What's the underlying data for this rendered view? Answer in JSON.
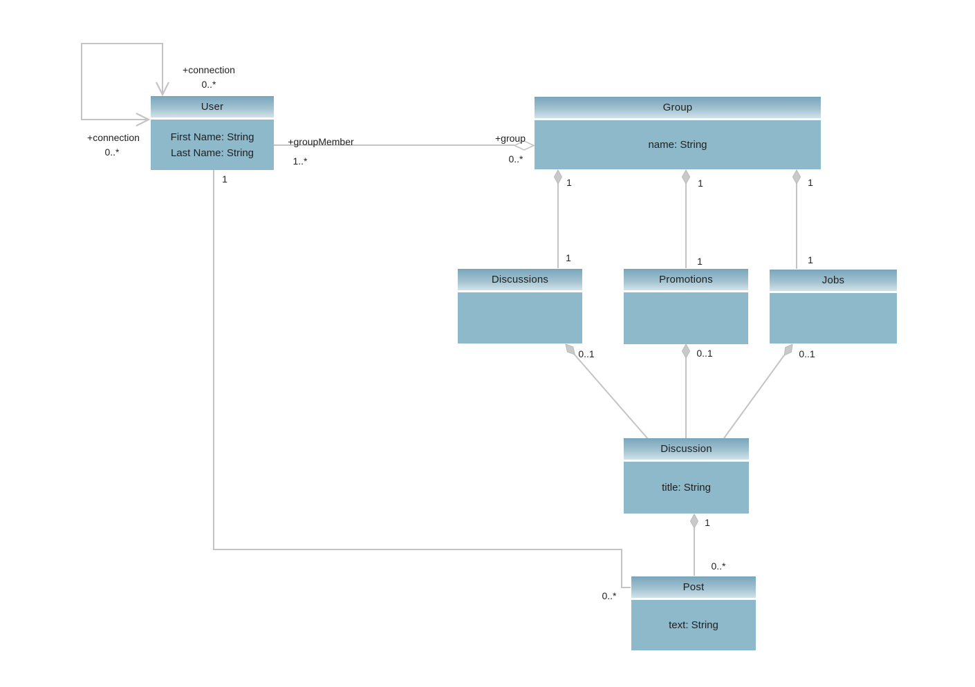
{
  "colors": {
    "canvas_bg": "#ffffff",
    "header_top": "#79a5bb",
    "header_mid": "#a3c3d1",
    "header_bottom": "#d2e3ea",
    "body": "#8db9cb",
    "separator": "#ffffff",
    "line": "#c4c4c4",
    "diamond_fill": "#c9c9c9",
    "diamond_stroke": "#b8b8b8",
    "hollow_fill": "#ffffff",
    "text": "#1f1f1f"
  },
  "classes": {
    "user": {
      "title": "User",
      "attributes": [
        "First Name: String",
        "Last Name: String"
      ]
    },
    "group": {
      "title": "Group",
      "attributes": [
        "name: String"
      ]
    },
    "discussions": {
      "title": "Discussions",
      "attributes": []
    },
    "promotions": {
      "title": "Promotions",
      "attributes": []
    },
    "jobs": {
      "title": "Jobs",
      "attributes": []
    },
    "discussion": {
      "title": "Discussion",
      "attributes": [
        "title: String"
      ]
    },
    "post": {
      "title": "Post",
      "attributes": [
        "text: String"
      ]
    }
  },
  "labels": {
    "self_connection_top": {
      "role": "+connection",
      "multiplicity": "0..*"
    },
    "self_connection_left": {
      "role": "+connection",
      "multiplicity": "0..*"
    },
    "user_group": {
      "user_role": "+groupMember",
      "user_multiplicity": "1..*",
      "group_role": "+group",
      "group_multiplicity": "0..*"
    },
    "group_discussions": {
      "group_end": "1",
      "child_end": "1"
    },
    "group_promotions": {
      "group_end": "1",
      "child_end": "1"
    },
    "group_jobs": {
      "group_end": "1",
      "child_end": "1"
    },
    "discussions_discussion": {
      "multiplicity": "0..1"
    },
    "promotions_discussion": {
      "multiplicity": "0..1"
    },
    "jobs_discussion": {
      "multiplicity": "0..1"
    },
    "discussion_post": {
      "discussion_end": "1",
      "post_end": "0..*"
    },
    "user_post": {
      "user_end": "1",
      "post_end": "0..*"
    }
  }
}
